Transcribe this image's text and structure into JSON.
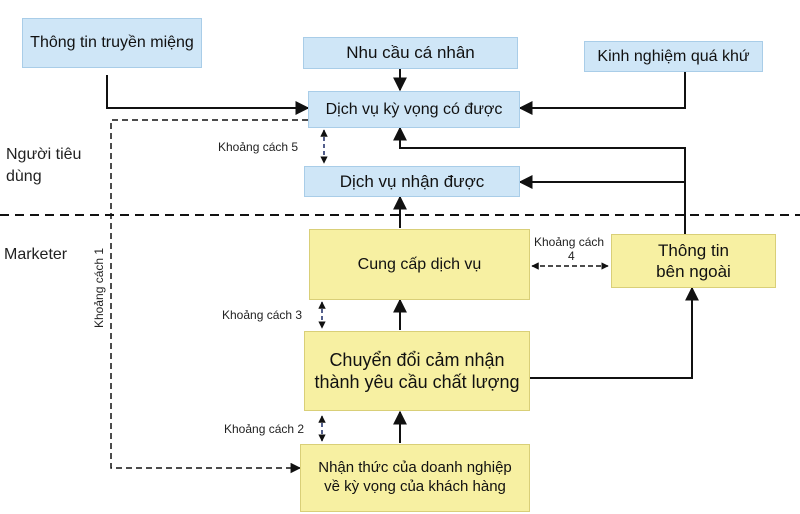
{
  "consumer_boxes": {
    "word_of_mouth": "Thông tin truyền miệng",
    "personal_needs": "Nhu cầu cá nhân",
    "past_experience": "Kinh nghiệm quá khứ",
    "expected_service": "Dịch vụ kỳ vọng có được",
    "perceived_service": "Dịch vụ nhận được"
  },
  "marketer_boxes": {
    "service_delivery": "Cung cấp dịch vụ",
    "external_comm_line1": "Thông tin",
    "external_comm_line2": "bên ngoài",
    "translation_line1": "Chuyển đổi cảm nhận",
    "translation_line2": "thành yêu cầu chất lượng",
    "management_line1": "Nhận thức của doanh nghiệp",
    "management_line2": "về kỳ vọng của khách hàng"
  },
  "regions": {
    "consumer": "Người tiêu dùng",
    "marketer": "Marketer"
  },
  "gaps": {
    "gap1": "Khoảng cách 1",
    "gap2": "Khoảng cách 2",
    "gap3": "Khoảng cách 3",
    "gap4_line1": "Khoảng cách",
    "gap4_line2": "4",
    "gap5": "Khoảng cách 5"
  },
  "colors": {
    "consumer_box": "#cfe6f7",
    "marketer_box": "#f7f0a2",
    "line": "#111111"
  }
}
